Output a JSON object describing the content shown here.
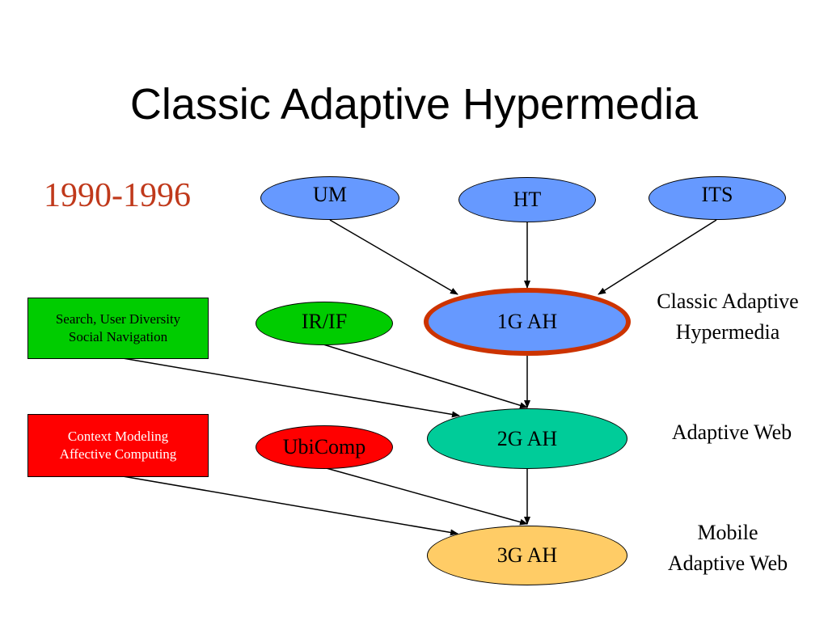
{
  "title": "Classic Adaptive Hypermedia",
  "period": "1990-1996",
  "nodes": {
    "um": "UM",
    "ht": "HT",
    "its": "ITS",
    "irif": "IR/IF",
    "g1": "1G AH",
    "g2": "2G AH",
    "ubicomp": "UbiComp",
    "g3": "3G AH"
  },
  "boxes": {
    "search": [
      "Search, User Diversity",
      "Social Navigation"
    ],
    "context": [
      "Context Modeling",
      "Affective Computing"
    ]
  },
  "labels": {
    "classic": [
      "Classic Adaptive",
      "Hypermedia"
    ],
    "web": "Adaptive Web",
    "mobile": [
      "Mobile",
      "Adaptive Web"
    ]
  },
  "colors": {
    "blue_node": "#6699ff",
    "green": "#00cc00",
    "red": "#ff0000",
    "teal_node": "#00cc99",
    "orange_node": "#ffcc66",
    "highlight_border": "#cc3300",
    "year_text": "#c0391b"
  }
}
